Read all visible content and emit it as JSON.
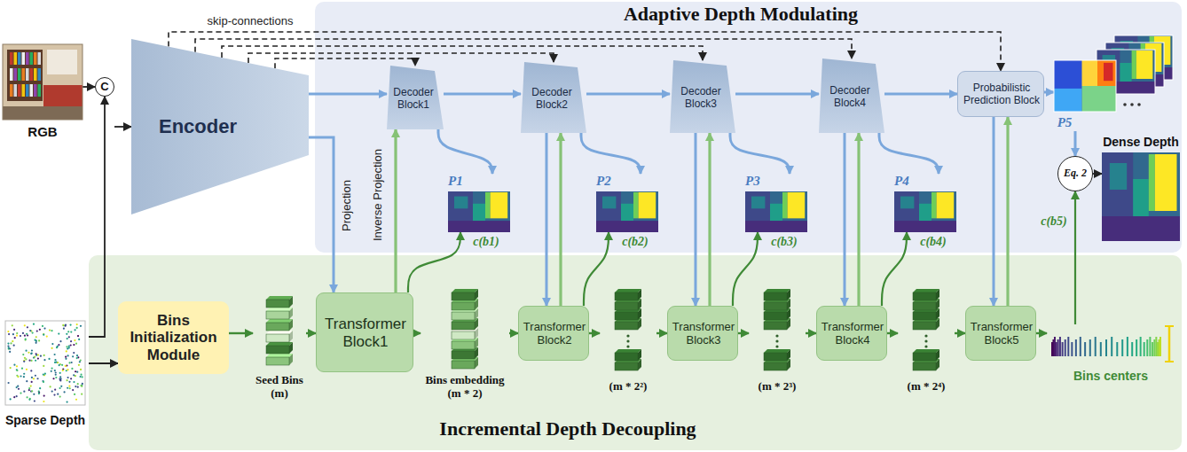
{
  "diagram": {
    "nodes": [
      {
        "text": [
          "RGB"
        ]
      },
      {
        "text": [
          "Sparse Depth"
        ]
      },
      {
        "text": [
          "C"
        ]
      },
      {
        "text": [
          "Encoder"
        ]
      },
      {
        "text": [
          "Adaptive Depth Modulating"
        ]
      },
      {
        "text": [
          "Decoder Block1"
        ],
        "in": 4
      },
      {
        "text": [
          "P1"
        ],
        "in": 4
      },
      {
        "text": [
          "Decoder Block2"
        ],
        "in": 4
      },
      {
        "text": [
          "P2"
        ],
        "in": 4
      },
      {
        "text": [
          "Decoder Block3"
        ],
        "in": 4
      },
      {
        "text": [
          "P3"
        ],
        "in": 4
      },
      {
        "text": [
          "Decoder Block4"
        ],
        "in": 4
      },
      {
        "text": [
          "P4"
        ],
        "in": 4
      },
      {
        "text": [
          "Probabilistic Prediction Block"
        ],
        "in": 4
      },
      {
        "text": [
          "P5"
        ],
        "in": 4
      },
      {
        "text": [
          "Eq. 2"
        ],
        "in": 4
      },
      {
        "text": [
          "Dense Depth"
        ],
        "in": 4
      },
      {
        "text": [
          "Incremental Depth Decoupling"
        ]
      },
      {
        "text": [
          "Bins Initialization Module"
        ],
        "in": 17
      },
      {
        "text": [
          "Seed Bins",
          "(m)"
        ],
        "in": 17
      },
      {
        "text": [
          "Transformer Block1"
        ],
        "in": 17
      },
      {
        "text": [
          "Bins embedding",
          "(m * 2)"
        ],
        "in": 17
      },
      {
        "text": [
          "Transformer Block2"
        ],
        "in": 17
      },
      {
        "text": [
          "(m * 2²)"
        ],
        "in": 17
      },
      {
        "text": [
          "Transformer Block3"
        ],
        "in": 17
      },
      {
        "text": [
          "(m * 2³)"
        ],
        "in": 17
      },
      {
        "text": [
          "Transformer Block4"
        ],
        "in": 17
      },
      {
        "text": [
          "(m * 2⁴)"
        ],
        "in": 17
      },
      {
        "text": [
          "Transformer Block5"
        ],
        "in": 17
      },
      {
        "text": [
          "Bins centers"
        ],
        "in": 17
      }
    ],
    "edges": [
      {
        "from": 0,
        "to": 2,
        "arrow": "to"
      },
      {
        "from": 1,
        "to": 2,
        "arrow": "to"
      },
      {
        "from": 2,
        "to": 3,
        "arrow": "to"
      },
      {
        "from": 3,
        "to": 5,
        "arrow": "to"
      },
      {
        "from": 5,
        "to": 7,
        "arrow": "to"
      },
      {
        "from": 7,
        "to": 9,
        "arrow": "to"
      },
      {
        "from": 9,
        "to": 11,
        "arrow": "to"
      },
      {
        "from": 11,
        "to": 13,
        "arrow": "to"
      },
      {
        "from": 3,
        "to": 13,
        "arrow": "to"
      },
      {
        "from": 3,
        "to": 11,
        "arrow": "to"
      },
      {
        "from": 3,
        "to": 9,
        "arrow": "to"
      },
      {
        "from": 3,
        "to": 7,
        "arrow": "to"
      },
      {
        "from": 3,
        "to": 5,
        "arrow": "to"
      },
      {
        "from": 3,
        "to": 20,
        "label": "Projection",
        "arrow": "to"
      },
      {
        "from": 20,
        "to": 5,
        "label": "Inverse Projection",
        "arrow": "to"
      },
      {
        "from": 5,
        "to": 6,
        "arrow": "to"
      },
      {
        "from": 20,
        "to": 6,
        "label": "c(b1)",
        "arrow": "to"
      },
      {
        "from": 7,
        "to": 22,
        "arrow": "to"
      },
      {
        "from": 22,
        "to": 7,
        "arrow": "to"
      },
      {
        "from": 7,
        "to": 8,
        "arrow": "to"
      },
      {
        "from": 22,
        "to": 8,
        "label": "c(b2)",
        "arrow": "to"
      },
      {
        "from": 9,
        "to": 24,
        "arrow": "to"
      },
      {
        "from": 24,
        "to": 9,
        "arrow": "to"
      },
      {
        "from": 9,
        "to": 10,
        "arrow": "to"
      },
      {
        "from": 24,
        "to": 10,
        "label": "c(b3)",
        "arrow": "to"
      },
      {
        "from": 11,
        "to": 26,
        "arrow": "to"
      },
      {
        "from": 26,
        "to": 11,
        "arrow": "to"
      },
      {
        "from": 11,
        "to": 12,
        "arrow": "to"
      },
      {
        "from": 26,
        "to": 12,
        "label": "c(b4)",
        "arrow": "to"
      },
      {
        "from": 13,
        "to": 28,
        "arrow": "to"
      },
      {
        "from": 28,
        "to": 13,
        "arrow": "to"
      },
      {
        "from": 13,
        "to": 14,
        "arrow": "to"
      },
      {
        "from": 14,
        "to": 15,
        "arrow": "to"
      },
      {
        "from": 15,
        "to": 16,
        "arrow": "to"
      },
      {
        "from": 29,
        "to": 15,
        "label": "c(b5)",
        "arrow": "to"
      },
      {
        "from": 1,
        "to": 18,
        "arrow": "to"
      },
      {
        "from": 18,
        "to": 19,
        "arrow": "to"
      },
      {
        "from": 19,
        "to": 20,
        "arrow": "to"
      },
      {
        "from": 20,
        "to": 21,
        "arrow": "to"
      },
      {
        "from": 21,
        "to": 22,
        "arrow": "to"
      },
      {
        "from": 22,
        "to": 23,
        "arrow": "to"
      },
      {
        "from": 23,
        "to": 24,
        "arrow": "to"
      },
      {
        "from": 24,
        "to": 25,
        "arrow": "to"
      },
      {
        "from": 25,
        "to": 26,
        "arrow": "to"
      },
      {
        "from": 26,
        "to": 27,
        "arrow": "to"
      },
      {
        "from": 27,
        "to": 28,
        "arrow": "to"
      },
      {
        "from": 28,
        "to": 29,
        "arrow": "to"
      }
    ],
    "labels": [
      "skip-connections"
    ]
  }
}
